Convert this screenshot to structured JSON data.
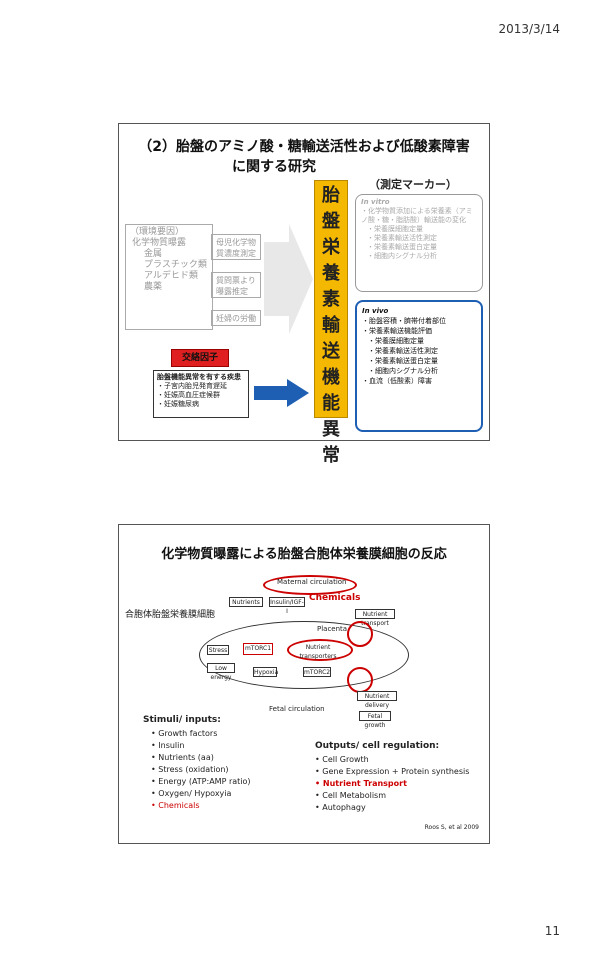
{
  "header": {
    "date": "2013/3/14"
  },
  "footer": {
    "page_number": "11"
  },
  "slide1": {
    "title_line1": "（2）胎盤のアミノ酸・糖輸送活性および低酸素障害",
    "title_line2": "に関する研究",
    "env_box": [
      "（環境要因）",
      "化学物質曝露",
      "金属",
      "プラスチック類",
      "アルデヒド類",
      "農薬"
    ],
    "mid_boxes": [
      "母児化学物質濃度測定",
      "質問票より曝露推定",
      "妊婦の労働"
    ],
    "central_column": [
      "胎",
      "盤",
      "栄",
      "養",
      "素",
      "輸",
      "送",
      "機",
      "能",
      "異",
      "常"
    ],
    "risk_label": "交絡因子",
    "risk_items": [
      "胎盤機能異常を有する疾患",
      "・子宮内胎児発育遅延",
      "・妊娠高血圧症候群",
      "・妊娠糖尿病"
    ],
    "marker_title": "（測定マーカー）",
    "invitro": {
      "heading": "In vitro",
      "items": [
        "・化学物質添加による栄養素（アミノ酸・糖・脂肪酸）輸送能の変化",
        "・栄養膜細胞定量",
        "・栄養素輸送活性測定",
        "・栄養素輸送蛋白定量",
        "・細胞内シグナル分析"
      ]
    },
    "invivo": {
      "heading": "In vivo",
      "items": [
        "・胎盤容積・臍帯付着部位",
        "・栄養素輸送機能評価",
        "・栄養膜細胞定量",
        "・栄養素輸送活性測定",
        "・栄養素輸送蛋白定量",
        "・細胞内シグナル分析",
        "・血流（低酸素）障害"
      ]
    }
  },
  "slide2": {
    "title": "化学物質曝露による胎盤合胞体栄養膜細胞の反応",
    "cell_label": "合胞体胎盤栄養膜細胞",
    "diagram": {
      "maternal": "Maternal circulation",
      "chemicals": "Chemicals",
      "nutrients": "Nutrients",
      "insulin": "Insulin/IGF-I",
      "placenta": "Placenta",
      "stress": "Stress",
      "mtorc1": "mTORC1",
      "nutrient_transporters": "Nutrient transporters",
      "low_energy": "Low energy",
      "hypoxia": "Hypoxia",
      "mtorc2": "mTORC2",
      "nutrient_transport": "Nutrient transport",
      "nutrient_delivery": "Nutrient delivery",
      "fetal_growth": "Fetal growth",
      "fetal_circulation": "Fetal circulation"
    },
    "stimuli_head": "Stimuli/ inputs:",
    "stimuli": [
      "Growth factors",
      "Insulin",
      "Nutrients (aa)",
      "Stress (oxidation)",
      "Energy (ATP:AMP ratio)",
      "Oxygen/ Hypoxyia",
      "Chemicals"
    ],
    "outputs_head": "Outputs/ cell regulation:",
    "outputs": [
      "Cell Growth",
      "Gene Expression + Protein synthesis",
      "Nutrient Transport",
      "Cell Metabolism",
      "Autophagy"
    ],
    "reference": "Roos S, et al 2009"
  }
}
